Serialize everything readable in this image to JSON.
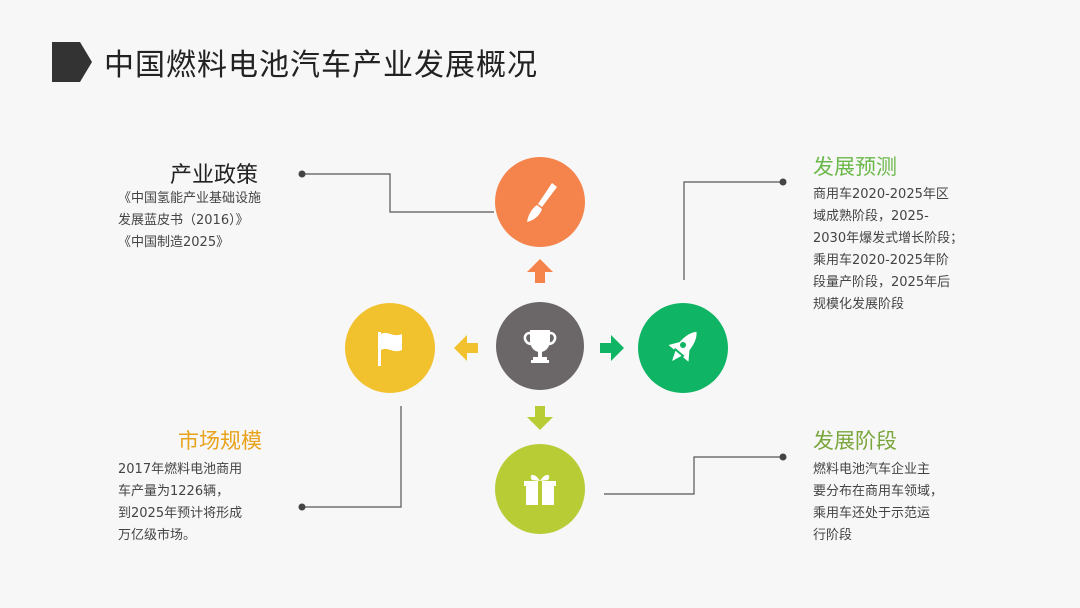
{
  "title": "中国燃料电池汽车产业发展概况",
  "colors": {
    "orange": "#f5844c",
    "gray": "#6b6768",
    "yellow": "#f2c12e",
    "green": "#0fb564",
    "lime": "#b8cc36",
    "dark": "#333333"
  },
  "sections": {
    "policy": {
      "title": "产业政策",
      "lines": [
        "《中国氢能产业基础设施",
        "发展蓝皮书（2016）》",
        "《中国制造2025》"
      ]
    },
    "forecast": {
      "title": "发展预测",
      "lines": [
        "商用车2020-2025年区",
        "域成熟阶段，2025-",
        "2030年爆发式增长阶段；",
        "乘用车2020-2025年阶",
        "段量产阶段，2025年后",
        "规模化发展阶段"
      ]
    },
    "market": {
      "title": "市场规模",
      "lines": [
        "2017年燃料电池商用",
        "车产量为1226辆，",
        "到2025年预计将形成",
        "万亿级市场。"
      ]
    },
    "stage": {
      "title": "发展阶段",
      "lines": [
        "燃料电池汽车企业主",
        "要分布在商用车领域，",
        "乘用车还处于示范运",
        "行阶段"
      ]
    }
  },
  "icons": {
    "center": "trophy-icon",
    "top": "paintbrush-icon",
    "left": "flag-icon",
    "right": "rocket-icon",
    "bottom": "gift-box-icon"
  }
}
